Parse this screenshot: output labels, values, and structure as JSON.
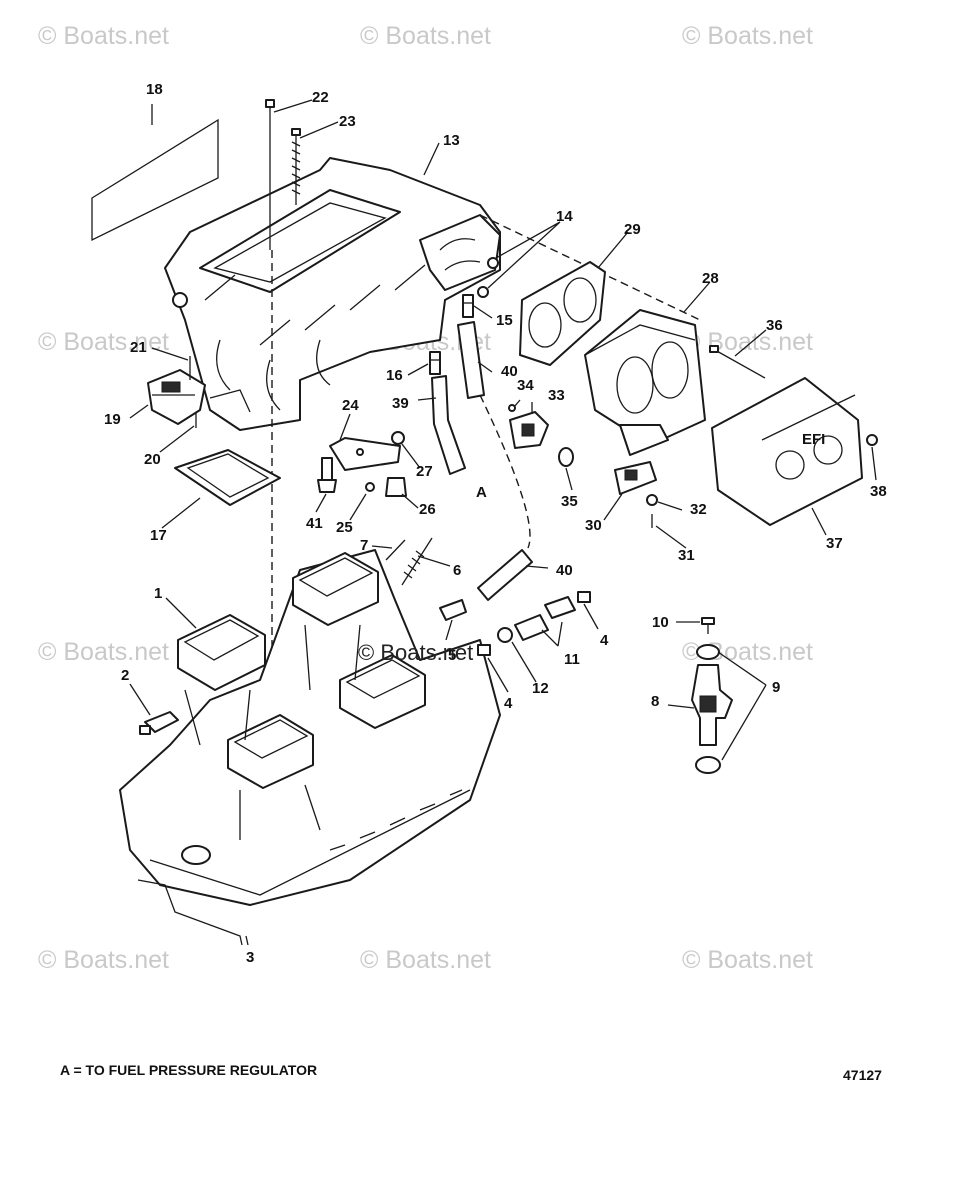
{
  "watermark": "© Boats.net",
  "center_mark": "© Boats.net",
  "callouts": [
    "1",
    "2",
    "3",
    "4",
    "4",
    "5",
    "6",
    "7",
    "8",
    "9",
    "10",
    "11",
    "12",
    "13",
    "14",
    "15",
    "16",
    "17",
    "18",
    "19",
    "20",
    "21",
    "22",
    "23",
    "24",
    "25",
    "26",
    "27",
    "28",
    "29",
    "30",
    "31",
    "32",
    "33",
    "34",
    "35",
    "36",
    "37",
    "38",
    "39",
    "40",
    "40",
    "41"
  ],
  "marker_a": "A",
  "cover_badge": "EFI",
  "footnote": "A = TO FUEL PRESSURE REGULATOR",
  "diagram_number": "47127"
}
